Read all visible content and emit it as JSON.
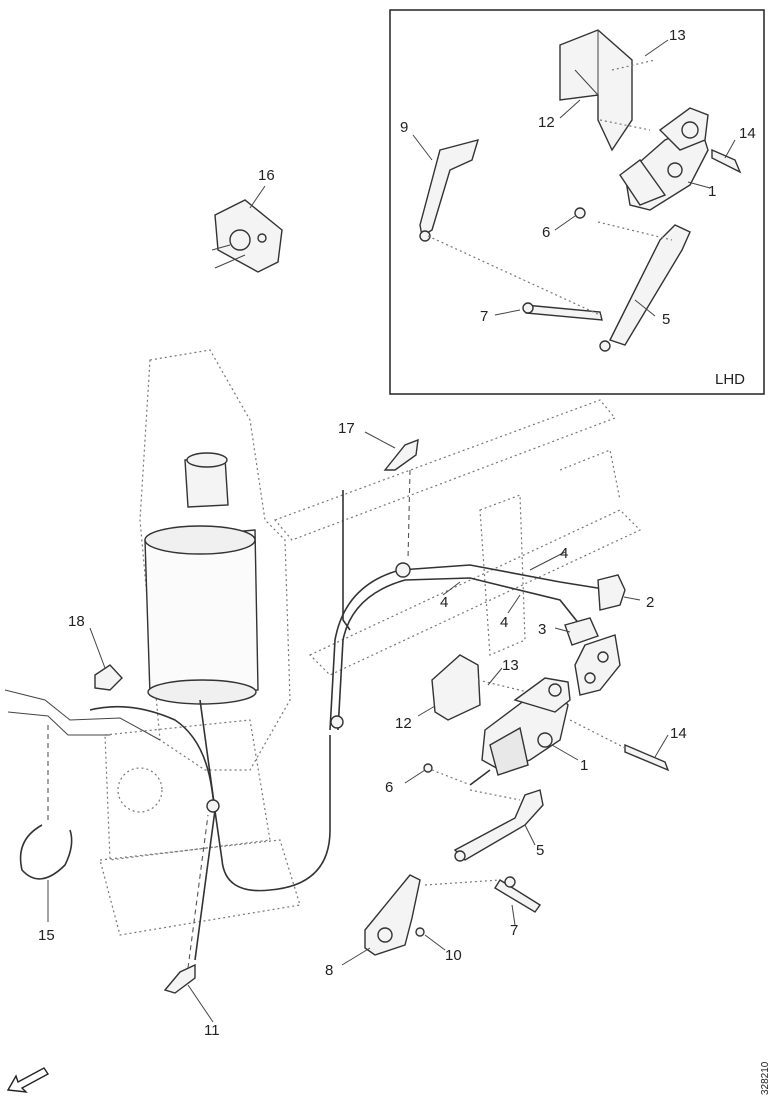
{
  "inset": {
    "region_label": "LHD"
  },
  "callouts": {
    "c1": "1",
    "c2": "2",
    "c3": "3",
    "c4a": "4",
    "c4b": "4",
    "c4c": "4",
    "c5": "5",
    "c6": "6",
    "c7": "7",
    "c8": "8",
    "c10": "10",
    "c11": "11",
    "c12": "12",
    "c13": "13",
    "c14": "14",
    "c15": "15",
    "c16": "16",
    "c17": "17",
    "c18": "18",
    "i1": "1",
    "i5": "5",
    "i6": "6",
    "i7": "7",
    "i9": "9",
    "i12": "12",
    "i13": "13",
    "i14": "14"
  },
  "figure_ref": "328210",
  "icons": {
    "direction": "arrow-icon"
  }
}
